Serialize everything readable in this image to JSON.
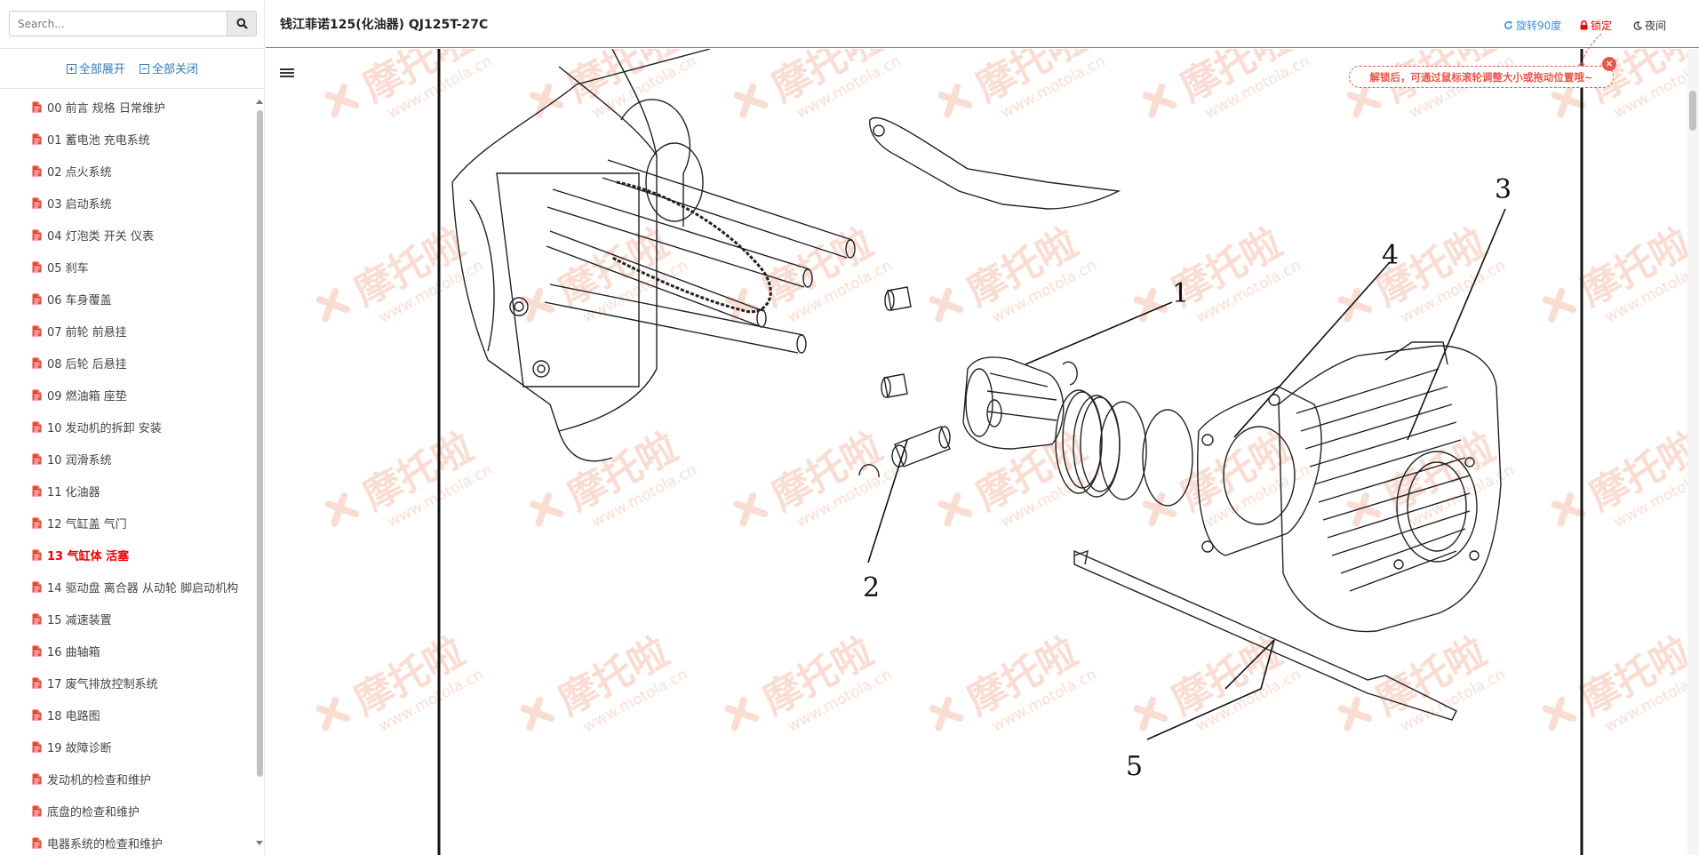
{
  "search": {
    "placeholder": "Search..."
  },
  "sidebar": {
    "expand_all": "全部展开",
    "collapse_all": "全部关闭",
    "items": [
      {
        "label": "00 前言 规格 日常维护"
      },
      {
        "label": "01 蓄电池 充电系统"
      },
      {
        "label": "02 点火系统"
      },
      {
        "label": "03 启动系统"
      },
      {
        "label": "04 灯泡类 开关 仪表"
      },
      {
        "label": "05 刹车"
      },
      {
        "label": "06 车身覆盖"
      },
      {
        "label": "07 前轮 前悬挂"
      },
      {
        "label": "08 后轮 后悬挂"
      },
      {
        "label": "09 燃油箱 座垫"
      },
      {
        "label": "10 发动机的拆卸 安装"
      },
      {
        "label": "10 润滑系统"
      },
      {
        "label": "11 化油器"
      },
      {
        "label": "12 气缸盖 气门"
      },
      {
        "label": "13 气缸体 活塞",
        "active": true
      },
      {
        "label": "14 驱动盘 离合器 从动轮 脚启动机构"
      },
      {
        "label": "15 减速装置"
      },
      {
        "label": "16 曲轴箱"
      },
      {
        "label": "17 废气排放控制系统"
      },
      {
        "label": "18 电路图"
      },
      {
        "label": "19 故障诊断"
      },
      {
        "label": "发动机的检查和维护"
      },
      {
        "label": "底盘的检查和维护"
      },
      {
        "label": "电器系统的检查和维护"
      }
    ]
  },
  "header": {
    "title": "钱江菲诺125(化油器) QJ125T-27C",
    "rotate_label": "旋转90度",
    "lock_label": "锁定",
    "night_label": "夜间"
  },
  "tip": {
    "text": "解锁后，可通过鼠标滚轮调整大小或拖动位置哦~",
    "close": "×"
  },
  "diagram": {
    "callouts": [
      "1",
      "2",
      "3",
      "4",
      "5"
    ],
    "watermark_text": "摩托啦",
    "watermark_url": "www.motola.cn"
  },
  "colors": {
    "accent": "#3a8ee6",
    "active": "#ee0000",
    "tip": "#e8564a",
    "watermark": "#f3b5a0"
  }
}
